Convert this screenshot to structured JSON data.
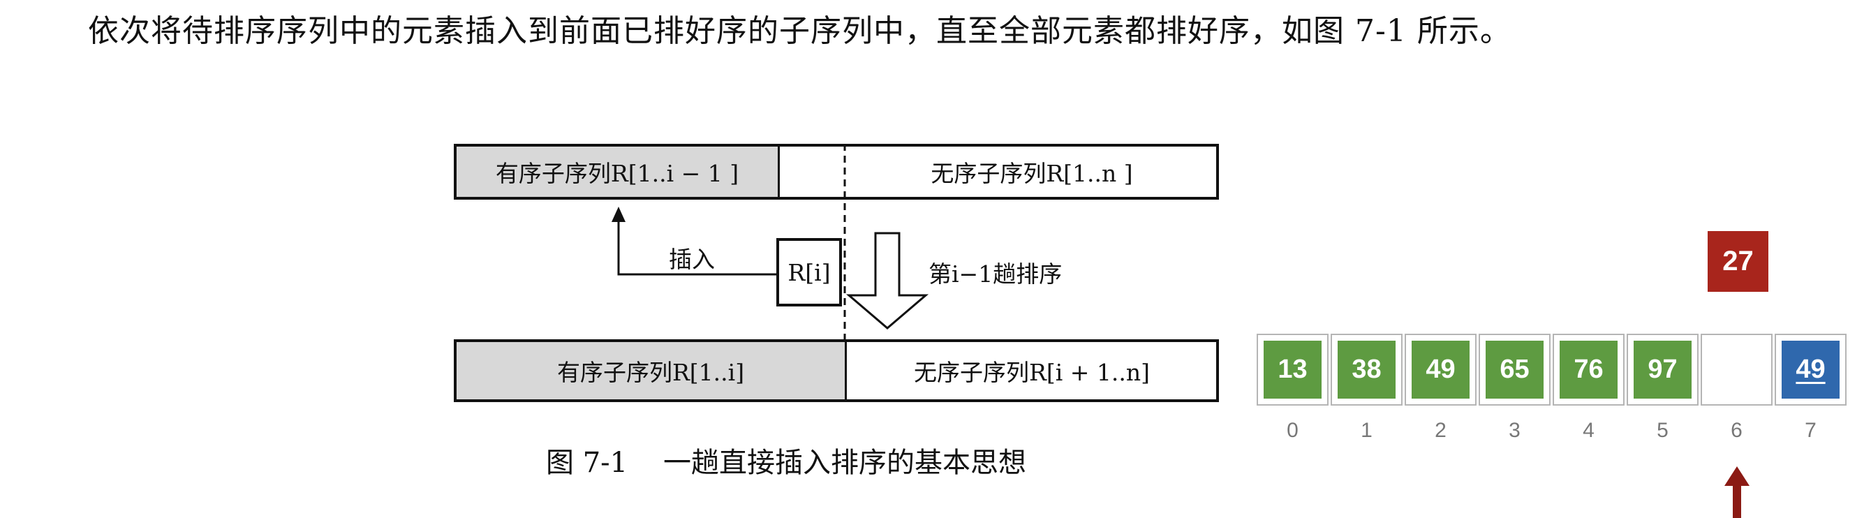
{
  "paragraph": "依次将待排序序列中的元素插入到前面已排好序的子序列中，直至全部元素都排好序，如图 7-1 所示。",
  "diagram": {
    "top_bar": {
      "sorted": "有序子序列R[1..i − 1 ]",
      "unsorted": "无序子序列R[1..n ]"
    },
    "insert_label": "插入",
    "element_label": "R[i]",
    "pass_label": "第i−1趟排序",
    "bottom_bar": {
      "sorted": "有序子序列R[1..i]",
      "unsorted": "无序子序列R[i + 1..n]"
    },
    "caption": "图 7-1    一趟直接插入排序的基本思想"
  },
  "array": {
    "cells": [
      {
        "value": "13",
        "color": "#5e9b41",
        "index": "0"
      },
      {
        "value": "38",
        "color": "#5e9b41",
        "index": "1"
      },
      {
        "value": "49",
        "color": "#5e9b41",
        "index": "2"
      },
      {
        "value": "65",
        "color": "#5e9b41",
        "index": "3"
      },
      {
        "value": "76",
        "color": "#5e9b41",
        "index": "4"
      },
      {
        "value": "97",
        "color": "#5e9b41",
        "index": "5"
      },
      {
        "value": "",
        "color": "#ffffff",
        "index": "6"
      },
      {
        "value": "49",
        "color": "#2f68ad",
        "index": "7"
      }
    ],
    "floating_value": "27",
    "floating_color": "#a8251c",
    "pointer_color": "#8b1a14"
  }
}
